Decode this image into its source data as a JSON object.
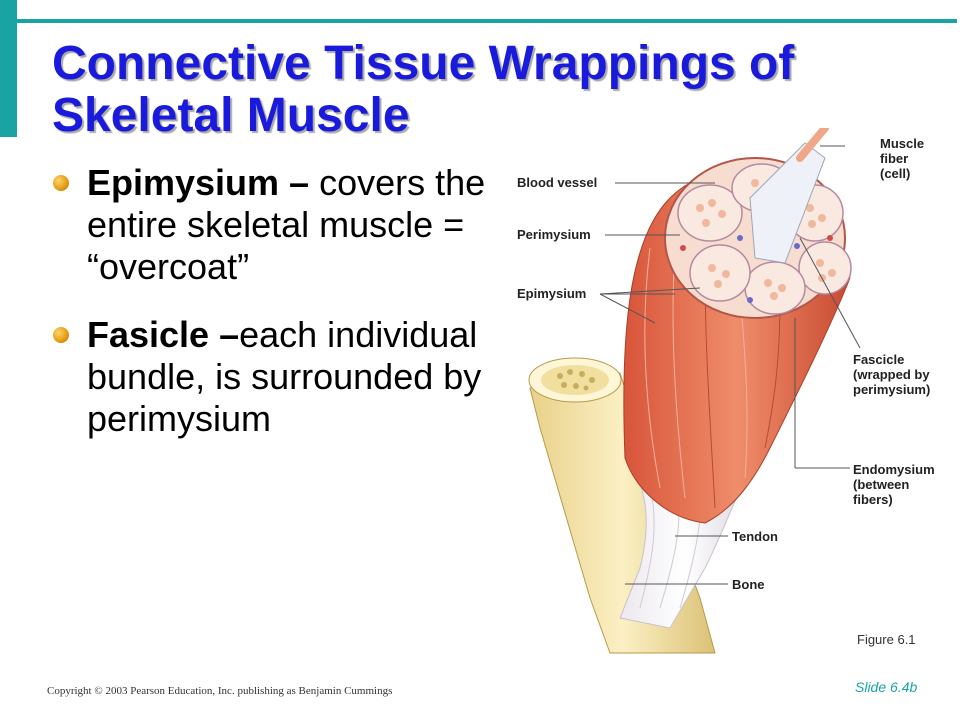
{
  "slide": {
    "title_lines": [
      "Connective Tissue Wrappings of",
      "Skeletal Muscle"
    ],
    "bullets": [
      {
        "term": "Epimysium –",
        "text": "covers the entire skeletal muscle = “overcoat”"
      },
      {
        "term": "Fasicle –",
        "text": "each individual bundle, is surrounded by perimysium"
      }
    ],
    "figure": {
      "labels": {
        "blood_vessel": "Blood vessel",
        "perimysium": "Perimysium",
        "epimysium": "Epimysium",
        "muscle_fiber": [
          "Muscle",
          "fiber",
          "(cell)"
        ],
        "fascicle": [
          "Fascicle",
          "(wrapped by",
          "perimysium)"
        ],
        "endomysium": [
          "Endomysium",
          "(between",
          "fibers)"
        ],
        "tendon": "Tendon",
        "bone": "Bone"
      },
      "caption": "Figure 6.1"
    },
    "footer": {
      "copyright": "Copyright © 2003 Pearson Education, Inc. publishing as Benjamin Cummings",
      "slide_number": "Slide 6.4b"
    },
    "colors": {
      "accent_teal": "#1aa3a3",
      "title_blue": "#1a1adc",
      "bullet_orange": "#e39a10"
    }
  }
}
